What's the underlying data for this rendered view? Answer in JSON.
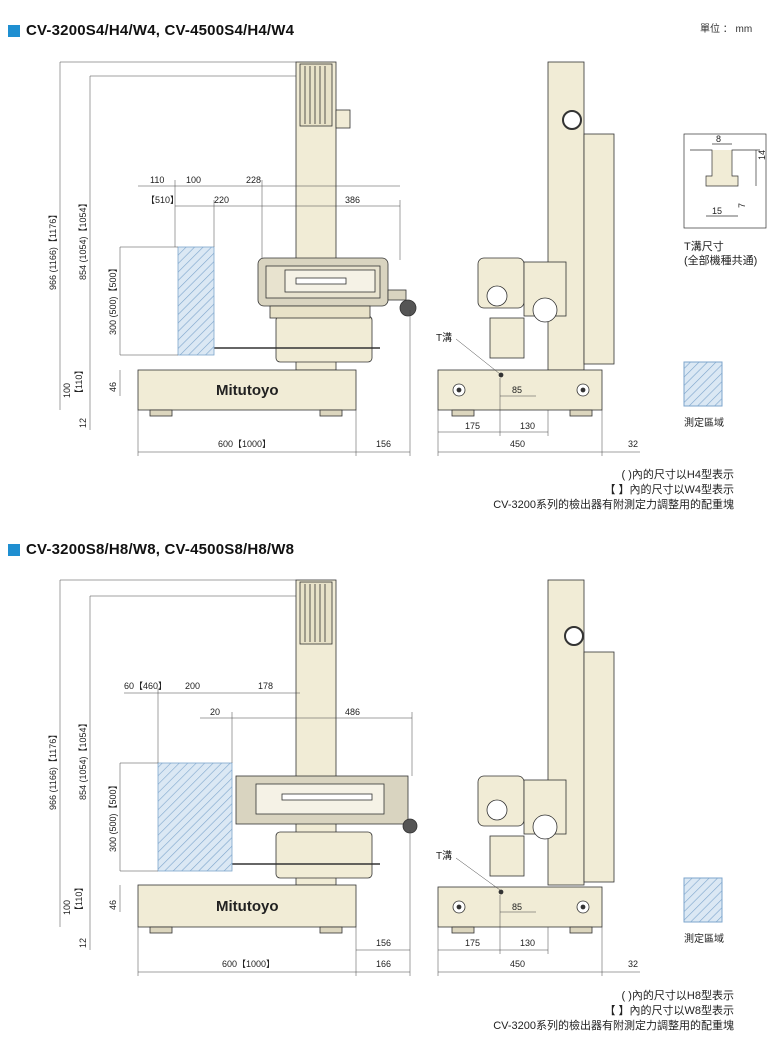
{
  "unit_label": "單位 ： mm",
  "sections": [
    {
      "title": "CV-3200S4/H4/W4, CV-4500S4/H4/W4",
      "notes": [
        "( )內的尺寸以H4型表示",
        "【 】內的尺寸以W4型表示",
        "CV-3200系列的檢出器有附測定力調整用的配重塊"
      ],
      "front_dims": {
        "d110": "110",
        "d100": "100",
        "d228": "228",
        "d510": "【510】",
        "d220": "220",
        "d386": "386",
        "v966": "966 (1166)【1176】",
        "v854": "854 (1054)【1054】",
        "v300": "300 (500)【500】",
        "v100": "100",
        "v110": "【110】",
        "v46": "46",
        "v12": "12",
        "d600": "600【1000】",
        "d156": "156"
      },
      "side_dims": {
        "tslot": "T溝",
        "d85": "85",
        "d175": "175",
        "d130": "130",
        "d450": "450",
        "d32": "32"
      },
      "brand": "Mitutoyo"
    },
    {
      "title": "CV-3200S8/H8/W8, CV-4500S8/H8/W8",
      "notes": [
        "( )內的尺寸以H8型表示",
        "【 】內的尺寸以W8型表示",
        "CV-3200系列的檢出器有附測定力調整用的配重塊"
      ],
      "front_dims": {
        "d60": "60【460】",
        "d200": "200",
        "d178": "178",
        "d20": "20",
        "d486": "486",
        "v966": "966 (1166)【1176】",
        "v854": "854 (1054)【1054】",
        "v300": "300 (500)【500】",
        "v100": "100",
        "v110": "【110】",
        "v46": "46",
        "v12": "12",
        "d600": "600【1000】",
        "d156": "156",
        "d166": "166"
      },
      "side_dims": {
        "tslot": "T溝",
        "d85": "85",
        "d175": "175",
        "d130": "130",
        "d450": "450",
        "d32": "32"
      },
      "brand": "Mitutoyo"
    }
  ],
  "tslot_detail": {
    "d8": "8",
    "d14": "14",
    "d7": "7",
    "d15": "15",
    "caption1": "T溝尺寸",
    "caption2": "(全部機種共通)"
  },
  "legend": {
    "label": "測定區域"
  },
  "colors": {
    "accent": "#1f8fd1",
    "body": "#f1ecd6",
    "hatch": "#7ea6cc",
    "line": "#333333"
  }
}
